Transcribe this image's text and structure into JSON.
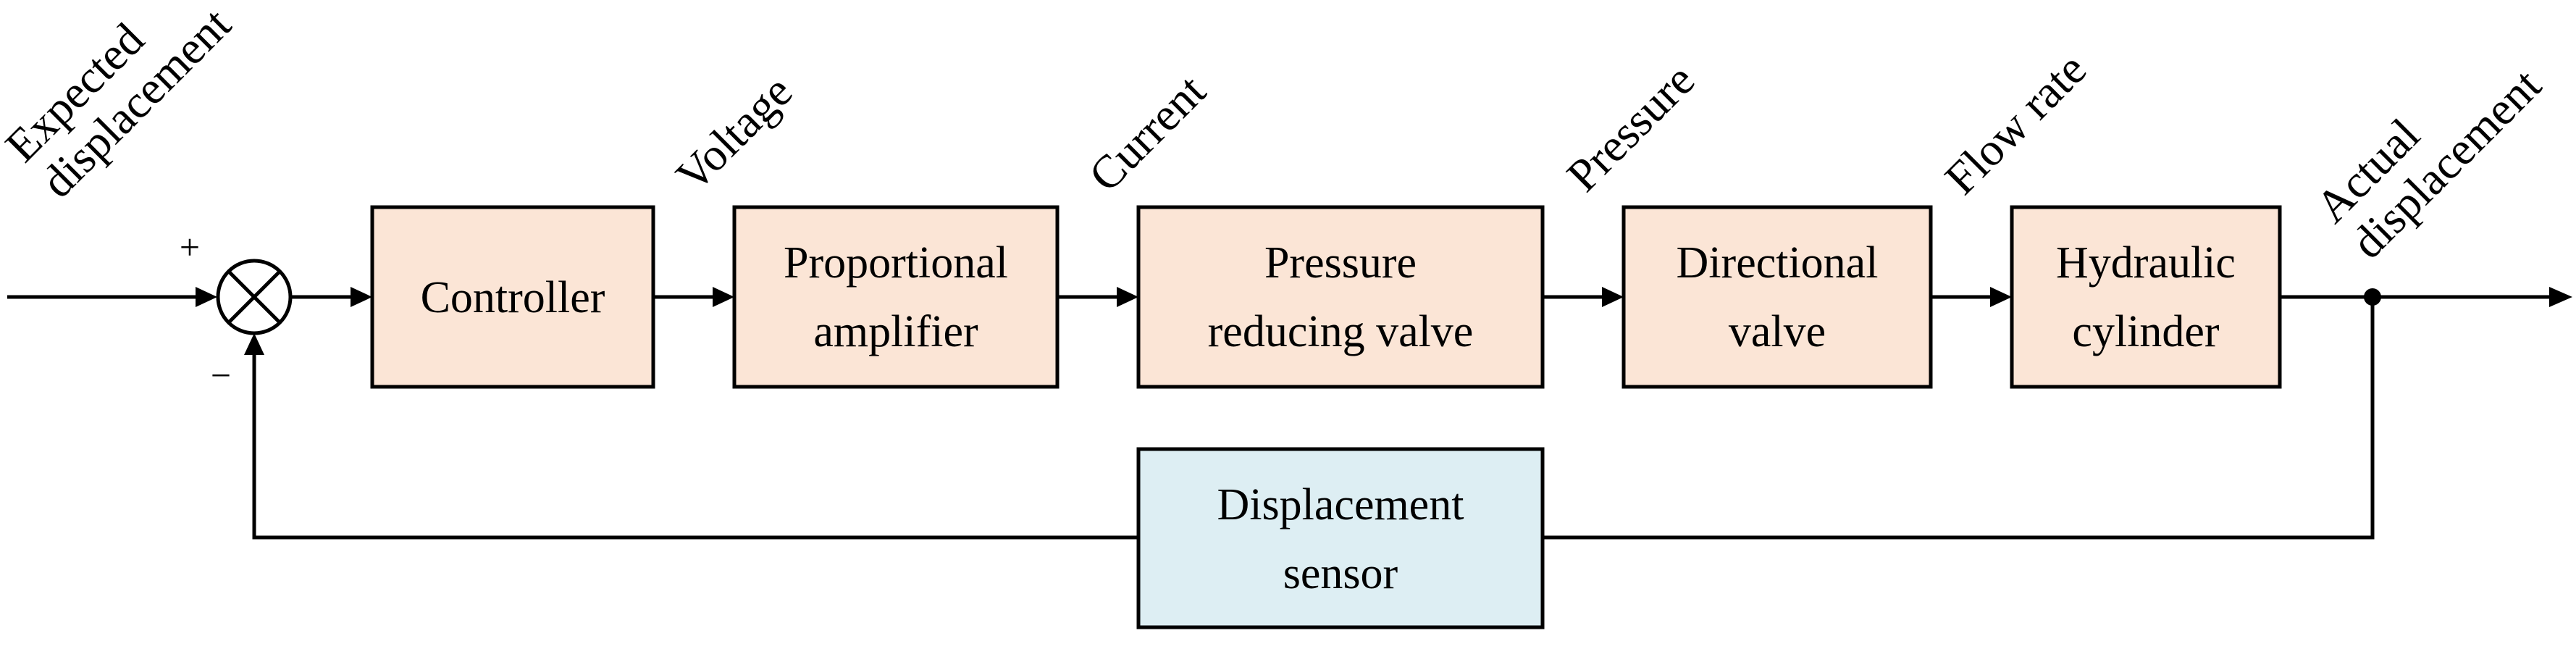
{
  "colors": {
    "forward_block_fill": "#fbe5d6",
    "feedback_block_fill": "#ddeef3",
    "line": "#000000"
  },
  "blocks": {
    "controller": {
      "line1": "Controller"
    },
    "proportional_amplifier": {
      "line1": "Proportional",
      "line2": "amplifier"
    },
    "pressure_reducing_valve": {
      "line1": "Pressure",
      "line2": "reducing valve"
    },
    "directional_valve": {
      "line1": "Directional",
      "line2": "valve"
    },
    "hydraulic_cylinder": {
      "line1": "Hydraulic",
      "line2": "cylinder"
    },
    "displacement_sensor": {
      "line1": "Displacement",
      "line2": "sensor"
    }
  },
  "signals": {
    "expected_displacement": {
      "line1": "Expected",
      "line2": "displacement"
    },
    "voltage": "Voltage",
    "current": "Current",
    "pressure": "Pressure",
    "flow_rate": "Flow rate",
    "actual_displacement": {
      "line1": "Actual",
      "line2": "displacement"
    }
  },
  "summing_junction": {
    "plus_sign": "+",
    "minus_sign": "−"
  }
}
